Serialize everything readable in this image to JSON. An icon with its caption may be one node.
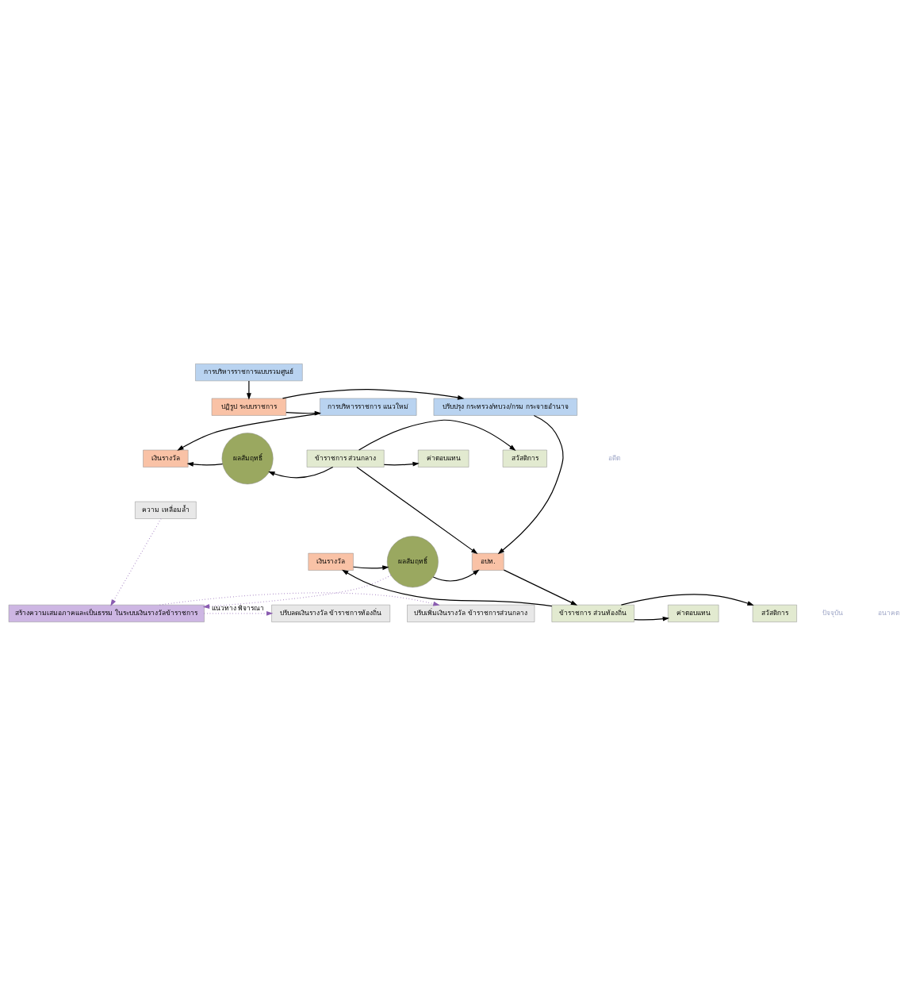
{
  "diagram": {
    "nodes": [
      {
        "text": [
          "การบริหารราชการแบบรวมศูนย์"
        ]
      },
      {
        "text": [
          "การบริหารราชการ แนวใหม่"
        ]
      },
      {
        "text": [
          "ปฏิรูป ระบบราชการ"
        ]
      },
      {
        "text": [
          "ปรับปรุง กระทรวง/ทบวง/กรม กระจายอำนาจ"
        ]
      },
      {
        "text": [
          "เงินรางวัล"
        ]
      },
      {
        "text": [
          "ผลสัมฤทธิ์"
        ]
      },
      {
        "text": [
          "ข้าราชการ ส่วนกลาง"
        ]
      },
      {
        "text": [
          "ค่าตอบแทน"
        ]
      },
      {
        "text": [
          "สวัสดิการ"
        ]
      },
      {
        "text": [
          "ความ เหลื่อมล้ำ"
        ]
      },
      {
        "text": [
          "เงินรางวัล"
        ]
      },
      {
        "text": [
          "ผลสัมฤทธิ์"
        ]
      },
      {
        "text": [
          "อปท."
        ]
      },
      {
        "text": [
          "ข้าราชการ ส่วนท้องถิ่น"
        ]
      },
      {
        "text": [
          "ค่าตอบแทน"
        ]
      },
      {
        "text": [
          "สวัสดิการ"
        ]
      },
      {
        "text": [
          "สร้างความเสมอภาคและเป็นธรรม ในระบบเงินรางวัลข้าราชการ"
        ]
      },
      {
        "text": [
          "ปรับลดเงินรางวัล ข้าราชการท้องถิ่น"
        ]
      },
      {
        "text": [
          "ปรับเพิ่มเงินรางวัล ข้าราชการส่วนกลาง"
        ]
      }
    ],
    "edges": [
      {
        "from": 0,
        "to": 2,
        "arrow": "to"
      },
      {
        "from": 2,
        "to": 1,
        "arrow": "to"
      },
      {
        "from": 2,
        "to": 3,
        "arrow": "to"
      },
      {
        "from": 1,
        "to": 4,
        "arrow": "to"
      },
      {
        "from": 6,
        "to": 5,
        "arrow": "to"
      },
      {
        "from": 5,
        "to": 4,
        "arrow": "to"
      },
      {
        "from": 6,
        "to": 7,
        "arrow": "to"
      },
      {
        "from": 6,
        "to": 8,
        "arrow": "to"
      },
      {
        "from": 6,
        "to": 12,
        "arrow": "to"
      },
      {
        "from": 3,
        "to": 12,
        "arrow": "to"
      },
      {
        "from": 10,
        "to": 11,
        "arrow": "to"
      },
      {
        "from": 11,
        "to": 12,
        "arrow": "to"
      },
      {
        "from": 12,
        "to": 13,
        "arrow": "to"
      },
      {
        "from": 13,
        "to": 10,
        "arrow": "to"
      },
      {
        "from": 13,
        "to": 14,
        "arrow": "to"
      },
      {
        "from": 13,
        "to": 15,
        "arrow": "to"
      },
      {
        "from": 9,
        "to": 16,
        "arrow": "to",
        "style": "dashed",
        "color": "#8a5cb0"
      },
      {
        "from": 11,
        "to": 16,
        "arrow": "to",
        "style": "dashed",
        "color": "#8a5cb0"
      },
      {
        "from": 16,
        "to": 17,
        "arrow": "to",
        "label": "แนวทาง พิจารณา",
        "style": "dashed",
        "color": "#8a5cb0"
      },
      {
        "from": 16,
        "to": 18,
        "arrow": "to",
        "style": "dashed",
        "color": "#8a5cb0"
      }
    ],
    "labels": [
      "อดีต",
      "ปัจจุบัน",
      "อนาคต"
    ]
  }
}
